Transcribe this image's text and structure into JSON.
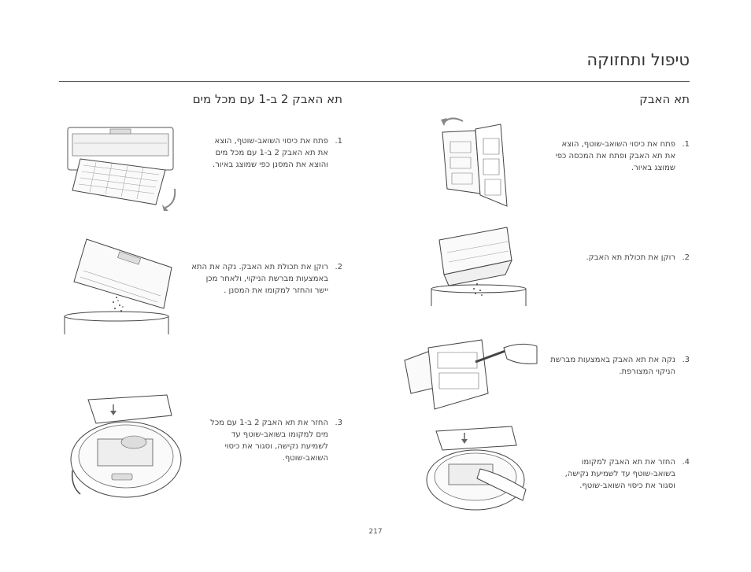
{
  "page_title": "טיפול ותחזוקה",
  "right_section": {
    "title": "תא האבק",
    "steps": [
      {
        "num": "1.",
        "lines": [
          "פתח את כיסוי השואב-שוטף, הוצא",
          "את תא האבק ופתח את המכסה כפי",
          "שמוצג באיור."
        ]
      },
      {
        "num": "2.",
        "lines": [
          "רוקן את תכולת תא האבק."
        ]
      },
      {
        "num": "3.",
        "lines": [
          "נקה את תא האבק באמצעות מברשת",
          "הניקוי המצורפת."
        ]
      },
      {
        "num": "4.",
        "lines": [
          "החזר את תא האבק למקומו",
          "בשואב-שוטף עד לשמיעת נקישה,",
          "וסגור את כיסוי השואב-שוטף."
        ]
      }
    ]
  },
  "left_section": {
    "title": "תא האבק 2 ב-1 עם מכל מים",
    "steps": [
      {
        "num": "1.",
        "lines": [
          "פתח את כיסוי השואב-שוטף, הוצא",
          "את תא האבק 2 ב-1 עם מכל מים",
          "והוצא את המסנן כפי שמוצג באיור."
        ]
      },
      {
        "num": "2.",
        "lines": [
          "רוקן את תכולת תא האבק. נקה את התא",
          "באמצעות מברשת הניקוי, ולאחר מכן",
          "יישר והחזר למקומו את המסנן ."
        ]
      },
      {
        "num": "3.",
        "lines": [
          "החזר את תא האבק 2 ב-1 עם מכל",
          "מים למקומו בשואב-שוטף עד",
          "לשמיעת נקישה, וסגור את כיסוי",
          "השואב-שוטף."
        ]
      }
    ]
  },
  "page_number": "217"
}
